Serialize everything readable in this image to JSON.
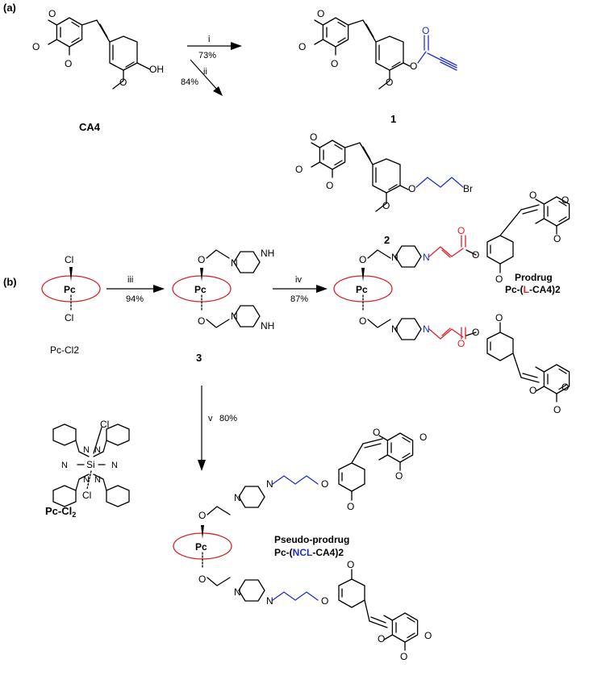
{
  "panels": {
    "a": "(a)",
    "b": "(b)"
  },
  "steps": {
    "i": "i",
    "i_yield": "73%",
    "ii": "ii",
    "ii_yield": "84%",
    "iii": "iii",
    "iii_yield": "94%",
    "iv": "iv",
    "iv_yield": "87%",
    "v": "v",
    "v_yield": "80%"
  },
  "compounds": {
    "ca4": "CA4",
    "c1": "1",
    "c2": "2",
    "c3": "3",
    "pccl2_label": "Pc-Cl2",
    "pccl2_struct_label": "Pc-Cl",
    "pccl2_struct_sub": "2",
    "prodrug_title": "Prodrug",
    "prodrug_name_pre": "Pc-(",
    "prodrug_name_linker": "L",
    "prodrug_name_post": "-CA4)2",
    "pseudo_title": "Pseudo-prodrug",
    "pseudo_name_pre": "Pc-(",
    "pseudo_name_linker": "NCL",
    "pseudo_name_post": "-CA4)2"
  },
  "atoms": {
    "pc": "Pc",
    "cl": "Cl",
    "o": "O",
    "oh": "OH",
    "n": "N",
    "nh": "NH",
    "br": "Br",
    "si": "Si"
  },
  "colors": {
    "linker_red": "#e0202a",
    "linker_blue": "#1f2fd0",
    "ring_red": "#d8232a"
  }
}
